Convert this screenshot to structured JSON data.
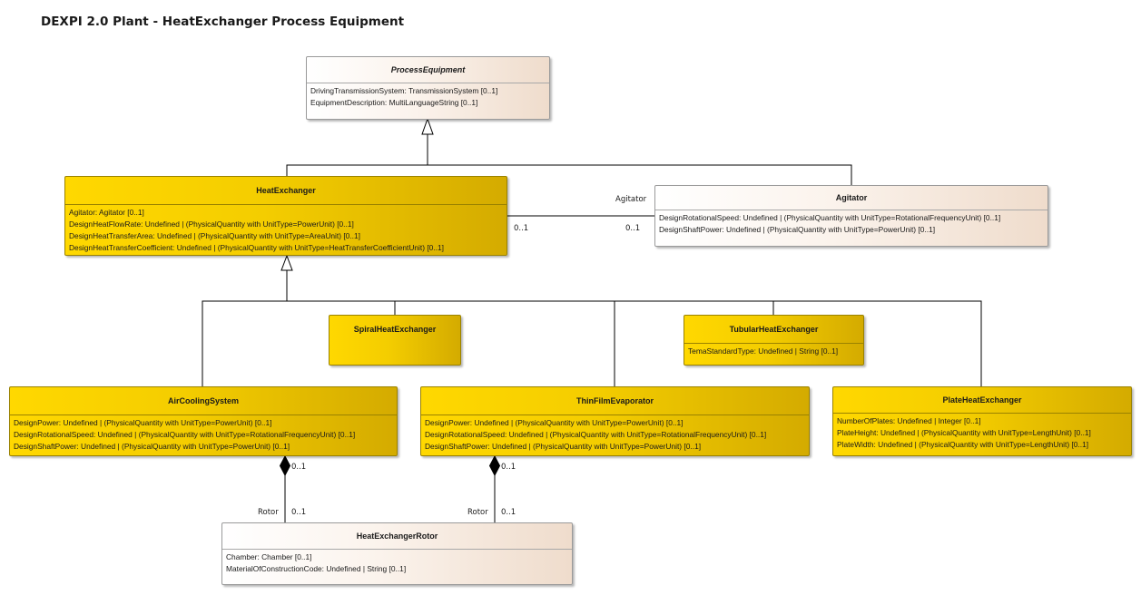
{
  "title": "DEXPI 2.0 Plant - HeatExchanger Process Equipment",
  "classes": {
    "process_equipment": {
      "name": "ProcessEquipment",
      "attributes": [
        "DrivingTransmissionSystem: TransmissionSystem [0..1]",
        "EquipmentDescription: MultiLanguageString [0..1]"
      ]
    },
    "heat_exchanger": {
      "name": "HeatExchanger",
      "attributes": [
        "Agitator: Agitator [0..1]",
        "DesignHeatFlowRate: Undefined | (PhysicalQuantity with UnitType=PowerUnit) [0..1]",
        "DesignHeatTransferArea: Undefined | (PhysicalQuantity with UnitType=AreaUnit) [0..1]",
        "DesignHeatTransferCoefficient: Undefined | (PhysicalQuantity with UnitType=HeatTransferCoefficientUnit) [0..1]"
      ]
    },
    "agitator": {
      "name": "Agitator",
      "attributes": [
        "DesignRotationalSpeed: Undefined | (PhysicalQuantity with UnitType=RotationalFrequencyUnit) [0..1]",
        "DesignShaftPower: Undefined | (PhysicalQuantity with UnitType=PowerUnit) [0..1]"
      ]
    },
    "spiral_heat_exchanger": {
      "name": "SpiralHeatExchanger",
      "attributes": []
    },
    "tubular_heat_exchanger": {
      "name": "TubularHeatExchanger",
      "attributes": [
        "TemaStandardType: Undefined | String [0..1]"
      ]
    },
    "air_cooling_system": {
      "name": "AirCoolingSystem",
      "attributes": [
        "DesignPower: Undefined | (PhysicalQuantity with UnitType=PowerUnit) [0..1]",
        "DesignRotationalSpeed: Undefined | (PhysicalQuantity with UnitType=RotationalFrequencyUnit) [0..1]",
        "DesignShaftPower: Undefined | (PhysicalQuantity with UnitType=PowerUnit) [0..1]"
      ]
    },
    "thin_film_evaporator": {
      "name": "ThinFilmEvaporator",
      "attributes": [
        "DesignPower: Undefined | (PhysicalQuantity with UnitType=PowerUnit) [0..1]",
        "DesignRotationalSpeed: Undefined | (PhysicalQuantity with UnitType=RotationalFrequencyUnit) [0..1]",
        "DesignShaftPower: Undefined | (PhysicalQuantity with UnitType=PowerUnit) [0..1]"
      ]
    },
    "plate_heat_exchanger": {
      "name": "PlateHeatExchanger",
      "attributes": [
        "NumberOfPlates: Undefined | Integer [0..1]",
        "PlateHeight: Undefined | (PhysicalQuantity with UnitType=LengthUnit) [0..1]",
        "PlateWidth: Undefined | (PhysicalQuantity with UnitType=LengthUnit) [0..1]"
      ]
    },
    "heat_exchanger_rotor": {
      "name": "HeatExchangerRotor",
      "attributes": [
        "Chamber: Chamber [0..1]",
        "MaterialOfConstructionCode: Undefined | String [0..1]"
      ]
    }
  },
  "connector_labels": {
    "agitator_role": "Agitator",
    "agitator_source_mult": "0..1",
    "agitator_target_mult": "0..1",
    "air_rotor_source_mult": "0..1",
    "air_rotor_role": "Rotor",
    "air_rotor_target_mult": "0..1",
    "thin_rotor_source_mult": "0..1",
    "thin_rotor_role": "Rotor",
    "thin_rotor_target_mult": "0..1"
  },
  "colors": {
    "concrete_class_gold": "#ffd800",
    "abstract_class_cream": "#fbf3ec",
    "line": "#000000"
  }
}
